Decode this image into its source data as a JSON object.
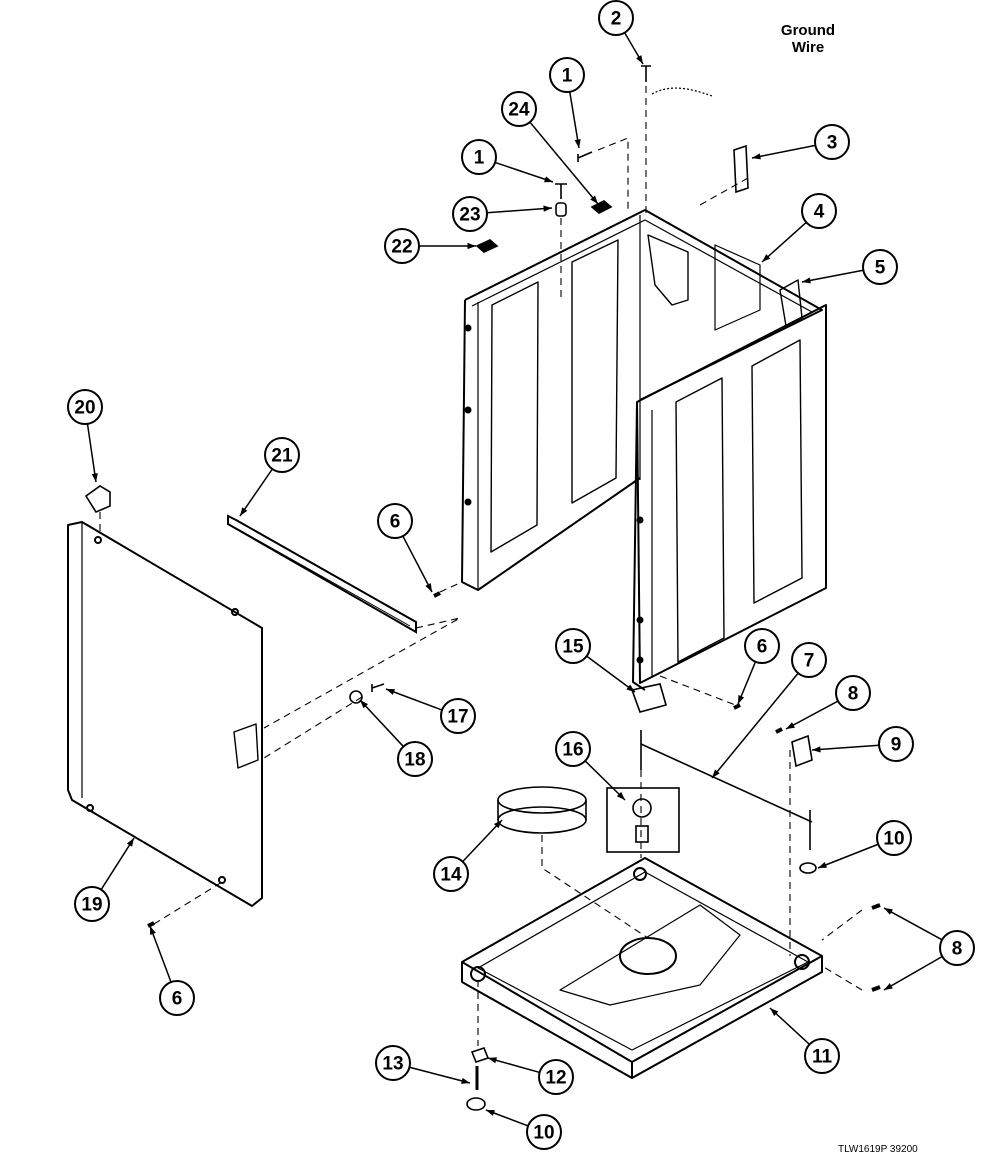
{
  "callouts": [
    {
      "key": "c1a",
      "label": "1"
    },
    {
      "key": "c1b",
      "label": "1"
    },
    {
      "key": "c2",
      "label": "2"
    },
    {
      "key": "c3",
      "label": "3"
    },
    {
      "key": "c4",
      "label": "4"
    },
    {
      "key": "c5",
      "label": "5"
    },
    {
      "key": "c6a",
      "label": "6"
    },
    {
      "key": "c6b",
      "label": "6"
    },
    {
      "key": "c6c",
      "label": "6"
    },
    {
      "key": "c7",
      "label": "7"
    },
    {
      "key": "c8a",
      "label": "8"
    },
    {
      "key": "c8b",
      "label": "8"
    },
    {
      "key": "c9",
      "label": "9"
    },
    {
      "key": "c10a",
      "label": "10"
    },
    {
      "key": "c10b",
      "label": "10"
    },
    {
      "key": "c11",
      "label": "11"
    },
    {
      "key": "c12",
      "label": "12"
    },
    {
      "key": "c13",
      "label": "13"
    },
    {
      "key": "c14",
      "label": "14"
    },
    {
      "key": "c15",
      "label": "15"
    },
    {
      "key": "c16",
      "label": "16"
    },
    {
      "key": "c17",
      "label": "17"
    },
    {
      "key": "c18",
      "label": "18"
    },
    {
      "key": "c19",
      "label": "19"
    },
    {
      "key": "c20",
      "label": "20"
    },
    {
      "key": "c21",
      "label": "21"
    },
    {
      "key": "c22",
      "label": "22"
    },
    {
      "key": "c23",
      "label": "23"
    },
    {
      "key": "c24",
      "label": "24"
    }
  ],
  "ground_wire": {
    "line1": "Ground",
    "line2": "Wire"
  },
  "figure_code": "TLW1619P  39200"
}
